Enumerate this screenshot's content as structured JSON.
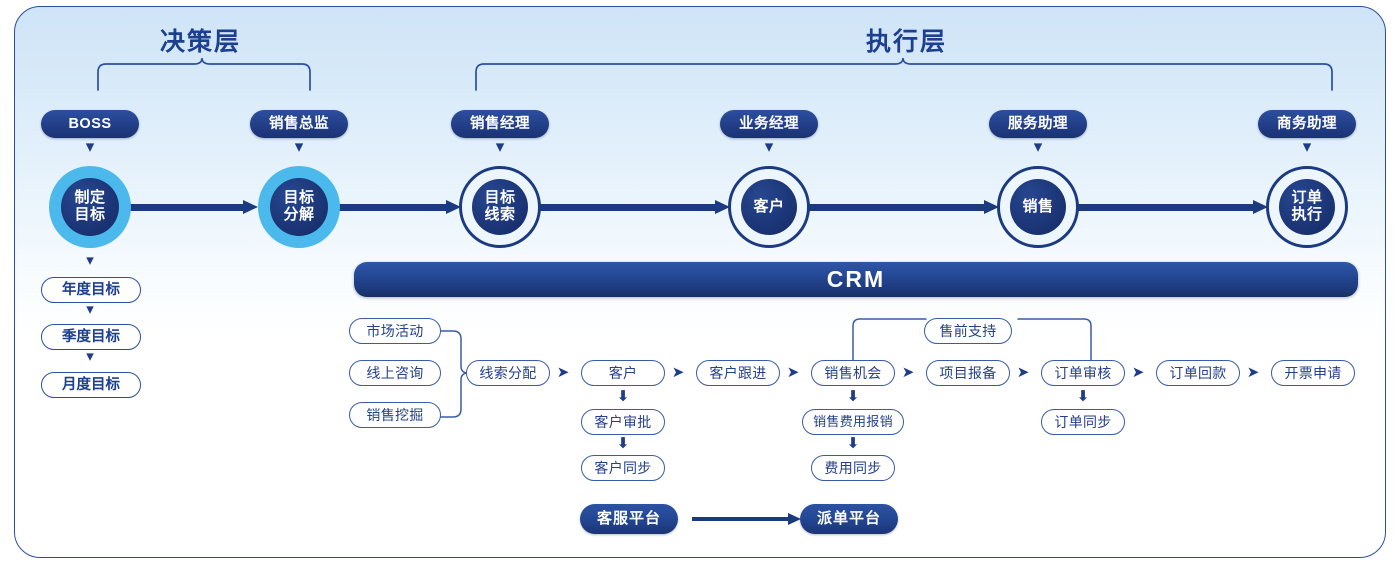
{
  "diagram": {
    "sections": [
      {
        "id": "decision",
        "label": "决策层"
      },
      {
        "id": "execution",
        "label": "执行层"
      }
    ],
    "roles": [
      {
        "label": "BOSS"
      },
      {
        "label": "销售总监"
      },
      {
        "label": "销售经理"
      },
      {
        "label": "业务经理"
      },
      {
        "label": "服务助理"
      },
      {
        "label": "商务助理"
      }
    ],
    "stages": [
      {
        "line1": "制定",
        "line2": "目标",
        "style": "cyan"
      },
      {
        "line1": "目标",
        "line2": "分解",
        "style": "cyan"
      },
      {
        "line1": "目标",
        "line2": "线索",
        "style": "ring"
      },
      {
        "line1": "客户",
        "line2": "",
        "style": "ring"
      },
      {
        "line1": "销售",
        "line2": "",
        "style": "ring"
      },
      {
        "line1": "订单",
        "line2": "执行",
        "style": "ring"
      }
    ],
    "crm": {
      "label": "CRM"
    },
    "goal_chain": [
      {
        "label": "年度目标"
      },
      {
        "label": "季度目标"
      },
      {
        "label": "月度目标"
      }
    ],
    "lead_sources": [
      {
        "label": "市场活动"
      },
      {
        "label": "线上咨询"
      },
      {
        "label": "销售挖掘"
      }
    ],
    "main_flow": [
      {
        "label": "线索分配"
      },
      {
        "label": "客户"
      },
      {
        "label": "客户跟进"
      },
      {
        "label": "销售机会"
      },
      {
        "label": "项目报备"
      },
      {
        "label": "订单审核"
      },
      {
        "label": "订单回款"
      },
      {
        "label": "开票申请"
      }
    ],
    "customer_branch": [
      {
        "label": "客户审批"
      },
      {
        "label": "客户同步"
      }
    ],
    "opportunity_branch": [
      {
        "label": "销售费用报销"
      },
      {
        "label": "费用同步"
      }
    ],
    "order_branch": [
      {
        "label": "订单同步"
      }
    ],
    "presales": {
      "label": "售前支持"
    },
    "platforms": {
      "source": "客服平台",
      "target": "派单平台"
    },
    "colors": {
      "frame_border": "#2b4f9e",
      "deep_navy": "#1b3a80",
      "cyan_ring": "#4cb9ec",
      "title_blue": "#1c3f8f",
      "chip_border": "#3a5ca8",
      "bg_top": "#cfe4f7",
      "bg_bottom": "#ffffff"
    }
  }
}
